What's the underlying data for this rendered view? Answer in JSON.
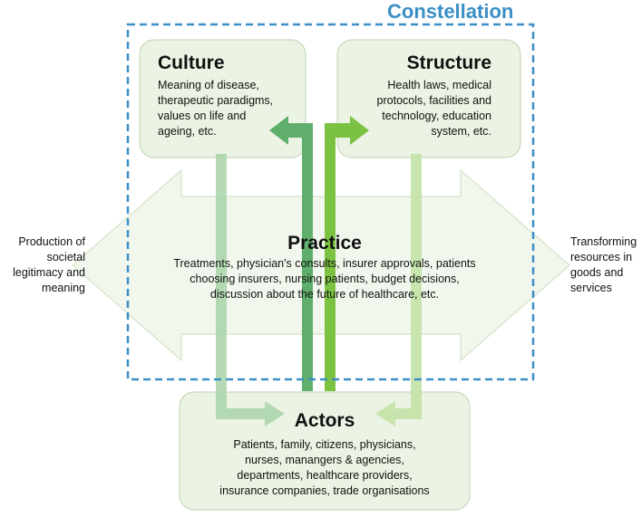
{
  "constellation": {
    "title": "Constellation"
  },
  "culture": {
    "title": "Culture",
    "text": "Meaning of disease,\ntherapeutic paradigms,\nvalues on life and\nageing, etc."
  },
  "structure": {
    "title": "Structure",
    "text": "Health laws, medical\nprotocols, facilities and\ntechnology, education\nsystem, etc."
  },
  "practice": {
    "title": "Practice",
    "text": "Treatments, physician's consults, insurer approvals, patients\nchoosing insurers, nursing patients, budget decisions,\ndiscussion about the future of healthcare, etc."
  },
  "actors": {
    "title": "Actors",
    "text": "Patients, family, citizens, physicians,\nnurses, manangers & agencies,\ndepartments, healthcare providers,\ninsurance companies, trade organisations"
  },
  "left_side": {
    "text": "Production of\nsocietal\nlegitimacy and\nmeaning"
  },
  "right_side": {
    "text": "Transforming\nresources in\ngoods and\nservices"
  },
  "colors": {
    "box_fill": "#eef5e8",
    "box_stroke": "#c9dcbf",
    "arrow_light": "#a9d3a9",
    "arrow_dark": "#5fb06d",
    "arrow_bright": "#7cc242",
    "arrow_pale": "#c5e3a8",
    "dashed_border": "#3b8fc6"
  }
}
